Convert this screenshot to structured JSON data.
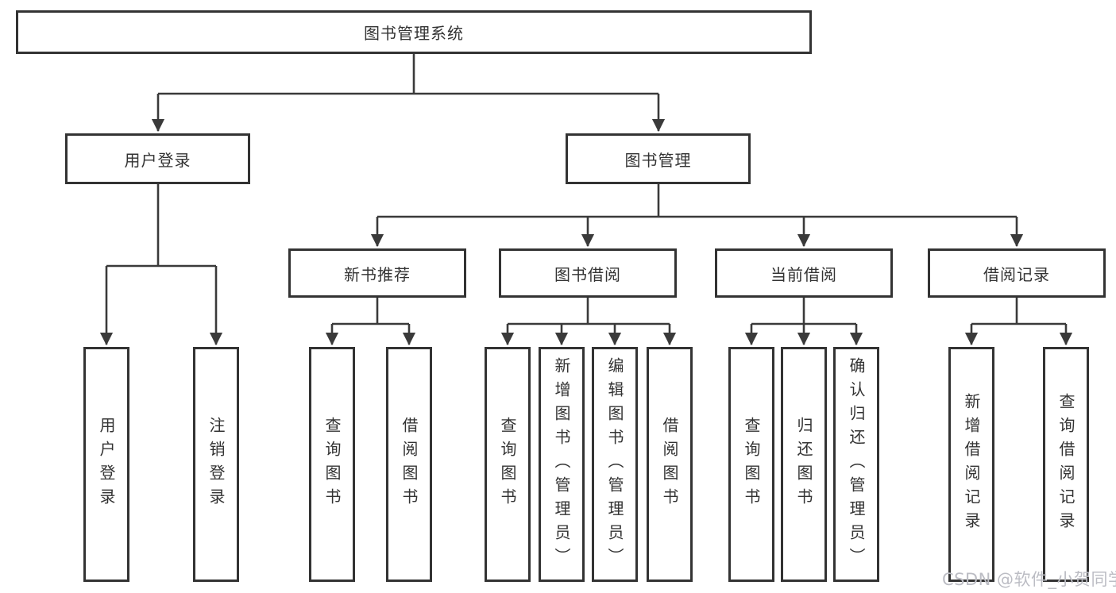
{
  "diagram": {
    "title": "图书管理系统",
    "tree": {
      "label": "图书管理系统",
      "children": [
        {
          "label": "用户登录",
          "children": [
            {
              "label": "用户登录"
            },
            {
              "label": "注销登录"
            }
          ]
        },
        {
          "label": "图书管理",
          "children": [
            {
              "label": "新书推荐",
              "children": [
                {
                  "label": "查询图书"
                },
                {
                  "label": "借阅图书"
                }
              ]
            },
            {
              "label": "图书借阅",
              "children": [
                {
                  "label": "查询图书"
                },
                {
                  "label": "新增图书（管理员）"
                },
                {
                  "label": "编辑图书（管理员）"
                },
                {
                  "label": "借阅图书"
                }
              ]
            },
            {
              "label": "当前借阅",
              "children": [
                {
                  "label": "查询图书"
                },
                {
                  "label": "归还图书"
                },
                {
                  "label": "确认归还（管理员）"
                }
              ]
            },
            {
              "label": "借阅记录",
              "children": [
                {
                  "label": "新增借阅记录"
                },
                {
                  "label": "查询借阅记录"
                }
              ]
            }
          ]
        }
      ]
    },
    "watermark": "CSDN @软件_小贺同学",
    "colors": {
      "line": "#3a3a3a",
      "border": "#333333",
      "fill": "#ffffff",
      "text": "#333333",
      "watermark": "#bcbdc4"
    }
  }
}
